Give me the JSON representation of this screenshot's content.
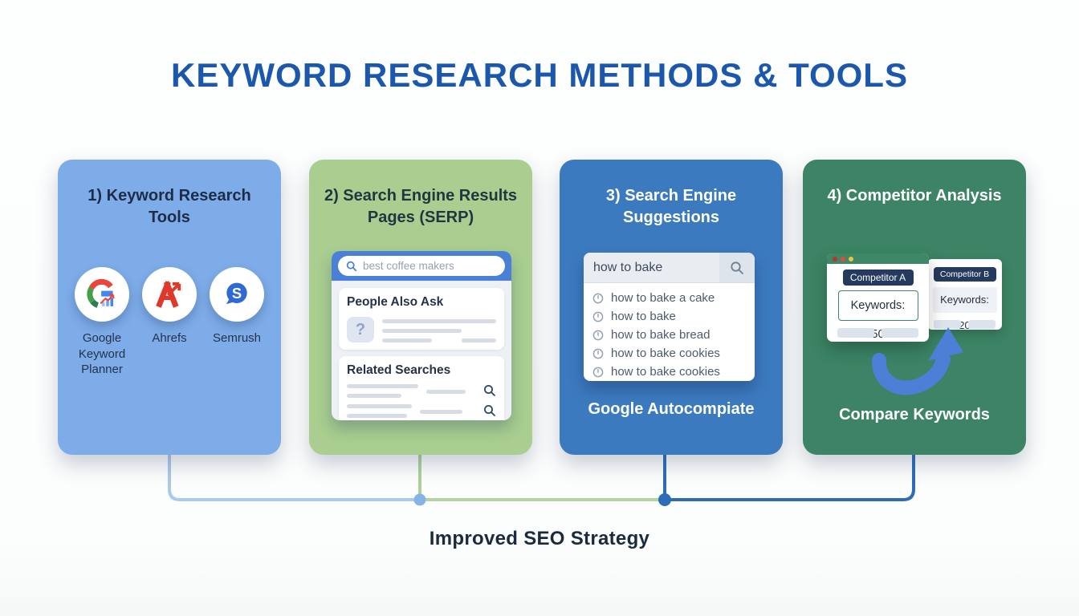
{
  "page": {
    "title": "KEYWORD RESEARCH METHODS & TOOLS",
    "footer": "Improved SEO Strategy"
  },
  "cards": [
    {
      "title": "1) Keyword Research Tools",
      "title_lines": [
        "1) Keyword Research",
        "Tools"
      ],
      "bg_color": "#7DACE8",
      "tools": [
        {
          "name": "Google Keyword Planner",
          "icon": "google-keyword-planner-icon"
        },
        {
          "name": "Ahrefs",
          "icon": "ahrefs-icon"
        },
        {
          "name": "Semrush",
          "icon": "semrush-icon"
        }
      ]
    },
    {
      "title": "2) Search Engine Results Pages (SERP)",
      "title_lines": [
        "2) Search Engine Results",
        "Pages (SERP)"
      ],
      "bg_color": "#A9CE90",
      "serp": {
        "search_query": "best coffee makers",
        "people_also_ask_title": "People Also Ask",
        "question_glyph": "?",
        "related_searches_title": "Related Searches"
      }
    },
    {
      "title": "3) Search Engine Suggestions",
      "title_lines": [
        "3) Search Engine",
        "Suggestions"
      ],
      "bg_color": "#3C7ABF",
      "autocomplete": {
        "query": "how to bake",
        "suggestions": [
          "how to bake a cake",
          "how to bake",
          "how to bake bread",
          "how to bake cookies",
          "how to bake cookies"
        ],
        "caption": "Google Autocompiate"
      }
    },
    {
      "title": "4) Competitor Analysis",
      "title_lines": [
        "4) Competitor Analysis"
      ],
      "bg_color": "#3C8465",
      "competitors": [
        {
          "name": "Competitor A",
          "keywords": "Keywords: 1500",
          "keyword_count": 1500
        },
        {
          "name": "Competitor B",
          "keywords": "Keywords: 1200",
          "keyword_count": 1200
        }
      ],
      "caption": "Compare Keywords"
    }
  ],
  "colors": {
    "page_title_blue": "#1B58AC",
    "dark_text": "#1E2C47",
    "serp_header_blue": "#4A80D6",
    "arrow_blue": "#4B80D6",
    "competitor_pill_navy": "#243A5E",
    "window_titlebar_green": "#3E8767",
    "connector_light_blue": "#A9C9EE",
    "connector_green": "#AED19A",
    "connector_dark_blue": "#2E6CB8"
  }
}
